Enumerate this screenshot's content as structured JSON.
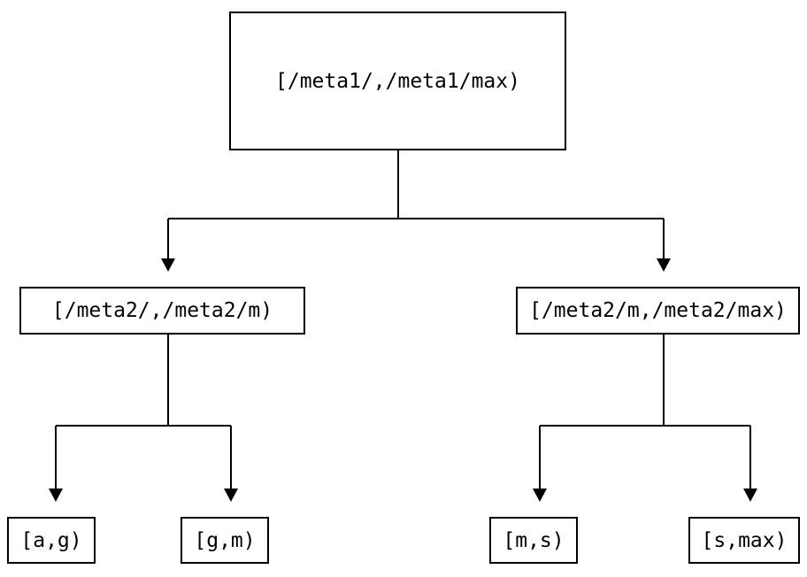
{
  "diagram": {
    "type": "tree",
    "description": "Interval partition tree: root meta1 range split into two meta2 ranges, each split into two key ranges",
    "nodes": {
      "root": {
        "id": "root",
        "label": "[/meta1/,/meta1/max)"
      },
      "meta2_low": {
        "id": "meta2_low",
        "label": "[/meta2/,/meta2/m)"
      },
      "meta2_high": {
        "id": "meta2_high",
        "label": "[/meta2/m,/meta2/max)"
      },
      "leaf_ag": {
        "id": "leaf_ag",
        "label": "[a,g)"
      },
      "leaf_gm": {
        "id": "leaf_gm",
        "label": "[g,m)"
      },
      "leaf_ms": {
        "id": "leaf_ms",
        "label": "[m,s)"
      },
      "leaf_smax": {
        "id": "leaf_smax",
        "label": "[s,max)"
      }
    },
    "edges": [
      {
        "from": "root",
        "to": "meta2_low"
      },
      {
        "from": "root",
        "to": "meta2_high"
      },
      {
        "from": "meta2_low",
        "to": "leaf_ag"
      },
      {
        "from": "meta2_low",
        "to": "leaf_gm"
      },
      {
        "from": "meta2_high",
        "to": "leaf_ms"
      },
      {
        "from": "meta2_high",
        "to": "leaf_smax"
      }
    ],
    "colors": {
      "line": "#000000",
      "box_border": "#000000",
      "box_fill": "#ffffff",
      "text": "#000000",
      "background": "#ffffff"
    }
  }
}
